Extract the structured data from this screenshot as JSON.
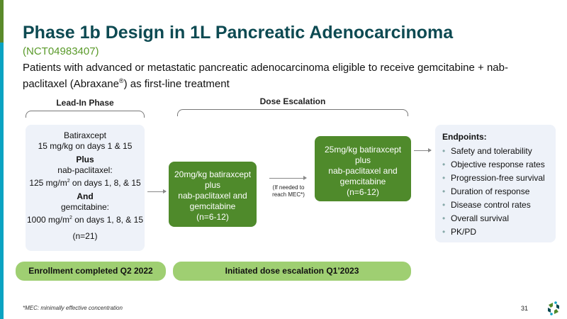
{
  "title": "Phase 1b Design in 1L Pancreatic Adenocarcinoma",
  "subtitle": "(NCT04983407)",
  "intro": {
    "pre": "Patients with advanced or metastatic pancreatic adenocarcinoma eligible to receive gemcitabine + nab-paclitaxel (Abraxane",
    "sup": "®",
    "post": ") as first-line treatment"
  },
  "lead_in": {
    "header": "Lead-In Phase",
    "l1": "Batiraxcept",
    "l2": "15 mg/kg on days 1 & 15",
    "plus": "Plus",
    "l3": "nab-paclitaxel:",
    "l4a": "125 mg/m",
    "l4b": " on days 1, 8, & 15",
    "and": "And",
    "l5": "gemcitabine:",
    "l6a": "1000 mg/m",
    "l6b": " on days 1, 8, & 15",
    "n": "(n=21)",
    "sq": "2"
  },
  "dose_escalation": {
    "header": "Dose Escalation",
    "box1": {
      "l1": "20mg/kg batiraxcept",
      "l2": "plus",
      "l3": "nab-paclitaxel and",
      "l4": "gemcitabine",
      "l5": "(n=6-12)"
    },
    "note": "(If needed to reach MEC*)",
    "box2": {
      "l1": "25mg/kg batiraxcept",
      "l2": "plus",
      "l3": "nab-paclitaxel and",
      "l4": "gemcitabine",
      "l5": "(n=6-12)"
    }
  },
  "endpoints": {
    "title": "Endpoints:",
    "items": [
      "Safety and tolerability",
      "Objective response rates",
      "Progression-free survival",
      "Duration of response",
      "Disease control rates",
      "Overall survival",
      "PK/PD"
    ]
  },
  "status": {
    "enrollment": "Enrollment completed Q2 2022",
    "escalation": "Initiated dose escalation Q1’2023"
  },
  "footnote": "*MEC: minimally effective concentration",
  "page_number": "31"
}
